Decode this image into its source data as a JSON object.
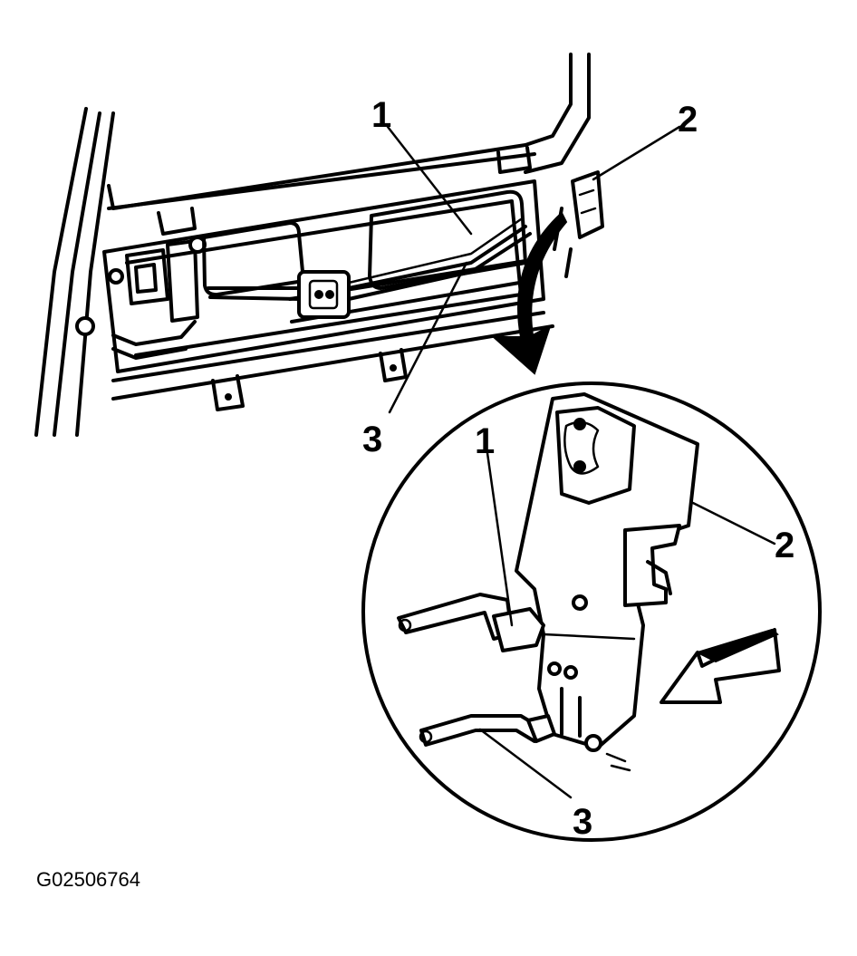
{
  "figure_id": "G02506764",
  "callouts": {
    "top_1": "1",
    "top_2": "2",
    "top_3": "3",
    "detail_1": "1",
    "detail_2": "2",
    "detail_3": "3"
  },
  "icons": {
    "curved_arrow": "curved-arrow-icon",
    "direction_arrow": "direction-arrow-icon"
  }
}
